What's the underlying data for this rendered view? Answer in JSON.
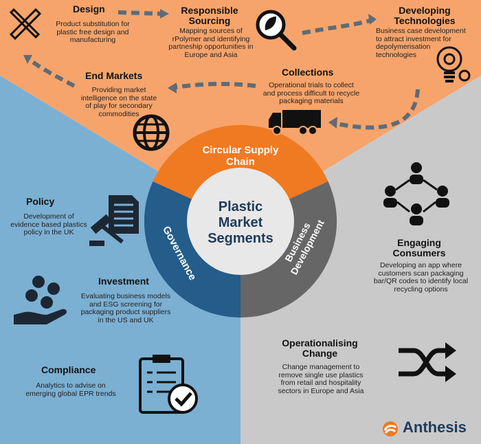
{
  "hub": {
    "line1": "Plastic",
    "line2": "Market",
    "line3": "Segments"
  },
  "ring": {
    "circular_line1": "Circular Supply",
    "circular_line2": "Chain",
    "governance": "Governance",
    "business_line1": "Business",
    "business_line2": "Development"
  },
  "circular": {
    "design": {
      "title": "Design",
      "desc": [
        "Product substitution for",
        "plastic free design and",
        "manufacturing"
      ]
    },
    "sourcing": {
      "title_line1": "Responsible",
      "title_line2": "Sourcing",
      "desc": [
        "Mapping sources of",
        "rPolymer and identifying",
        "partneship opportunities in",
        "Europe and Asia"
      ]
    },
    "technologies": {
      "title_line1": "Developing",
      "title_line2": "Technologies",
      "desc": [
        "Business case development",
        "to attract investment for",
        "depolymerisation",
        "technologies"
      ]
    },
    "end_markets": {
      "title": "End Markets",
      "desc": [
        "Providing market",
        "intelligence on the state",
        "of play for secondary",
        "commodities"
      ]
    },
    "collections": {
      "title": "Collections",
      "desc": [
        "Operational trials to collect",
        "and process difficult to recycle",
        "packaging materials"
      ]
    }
  },
  "governance": {
    "policy": {
      "title": "Policy",
      "desc": [
        "Development of",
        "evidence based plastics",
        "policy in the UK"
      ]
    },
    "investment": {
      "title": "Investment",
      "desc": [
        "Evaluating business models",
        "and ESG screening for",
        "packaging product suppliers",
        "in the US and UK"
      ]
    },
    "compliance": {
      "title": "Compliance",
      "desc": [
        "Analytics to advise on",
        "emerging global EPR trends"
      ]
    }
  },
  "business": {
    "consumers": {
      "title_line1": "Engaging",
      "title_line2": "Consumers",
      "desc": [
        "Developing an app where",
        "customers scan packaging",
        "bar/QR codes to identify local",
        "recycling options"
      ]
    },
    "change": {
      "title_line1": "Operationalising",
      "title_line2": "Change",
      "desc": [
        "Change management to",
        "remove single use plastics",
        "from retail and hospitality",
        "sectors in Europe and Asia"
      ]
    }
  },
  "brand": {
    "name": "Anthesis"
  },
  "icons": {
    "design": "pencil-ruler-icon",
    "sourcing": "magnifier-leaf-icon",
    "technologies": "lightbulb-gear-icon",
    "end_markets": "globe-icon",
    "collections": "truck-icon",
    "policy": "gavel-document-icon",
    "investment": "hand-coins-icon",
    "compliance": "clipboard-check-icon",
    "consumers": "network-people-icon",
    "change": "shuffle-arrows-icon",
    "brand": "anthesis-logo-icon"
  },
  "colors": {
    "orange_light": "#f6a46b",
    "orange_dark": "#f07a22",
    "blue_light": "#7bb0d3",
    "blue_dark": "#245c8a",
    "grey_light": "#c9c9c9",
    "grey_dark": "#666666"
  }
}
